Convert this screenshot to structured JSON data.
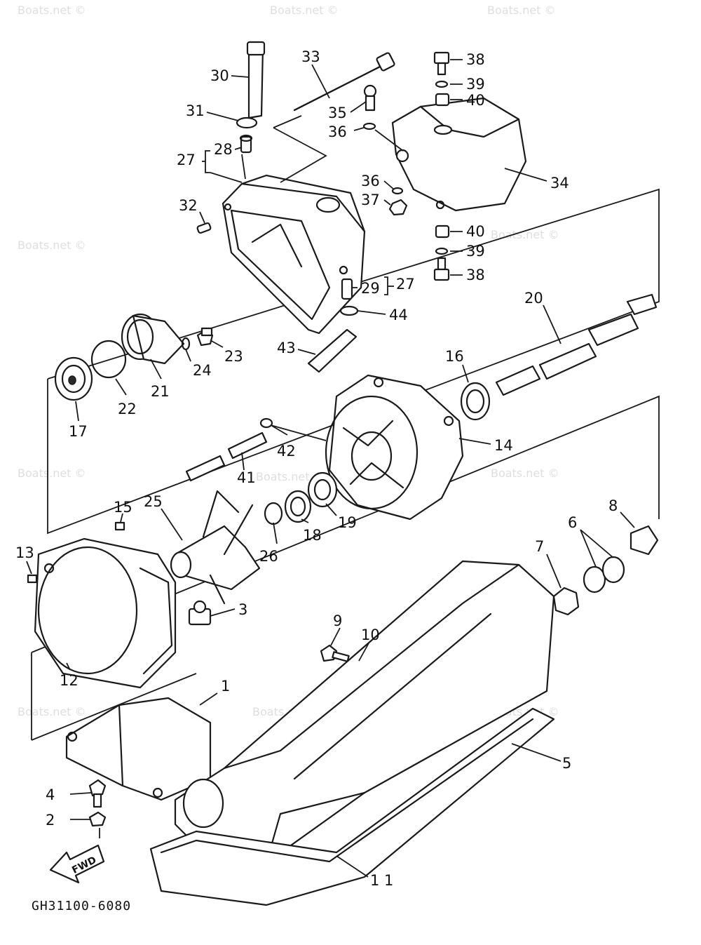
{
  "callouts": {
    "c1": "1",
    "c2": "2",
    "c3": "3",
    "c4": "4",
    "c5": "5",
    "c6": "6",
    "c7": "7",
    "c8": "8",
    "c9": "9",
    "c10": "10",
    "c11": "1 1",
    "c12": "12",
    "c13": "13",
    "c14": "14",
    "c15": "15",
    "c16": "16",
    "c17": "17",
    "c18": "18",
    "c19": "19",
    "c20": "20",
    "c21": "21",
    "c22": "22",
    "c23": "23",
    "c24": "24",
    "c25": "25",
    "c26": "26",
    "c27a": "27",
    "c27b": "27",
    "c28": "28",
    "c29": "29",
    "c30": "30",
    "c31": "31",
    "c32": "32",
    "c33": "33",
    "c34": "34",
    "c35": "35",
    "c36a": "36",
    "c36b": "36",
    "c37": "37",
    "c38a": "38",
    "c38b": "38",
    "c39a": "39",
    "c39b": "39",
    "c40a": "40",
    "c40b": "40",
    "c41": "41",
    "c42": "42",
    "c43": "43",
    "c44": "44"
  },
  "drawing_code": "GH31100-6080",
  "fwd_label": "FWD",
  "watermark": "Boats.net ©",
  "colors": {
    "line": "#1a1a1a",
    "background": "#ffffff",
    "watermark": "#c9c9c9"
  }
}
